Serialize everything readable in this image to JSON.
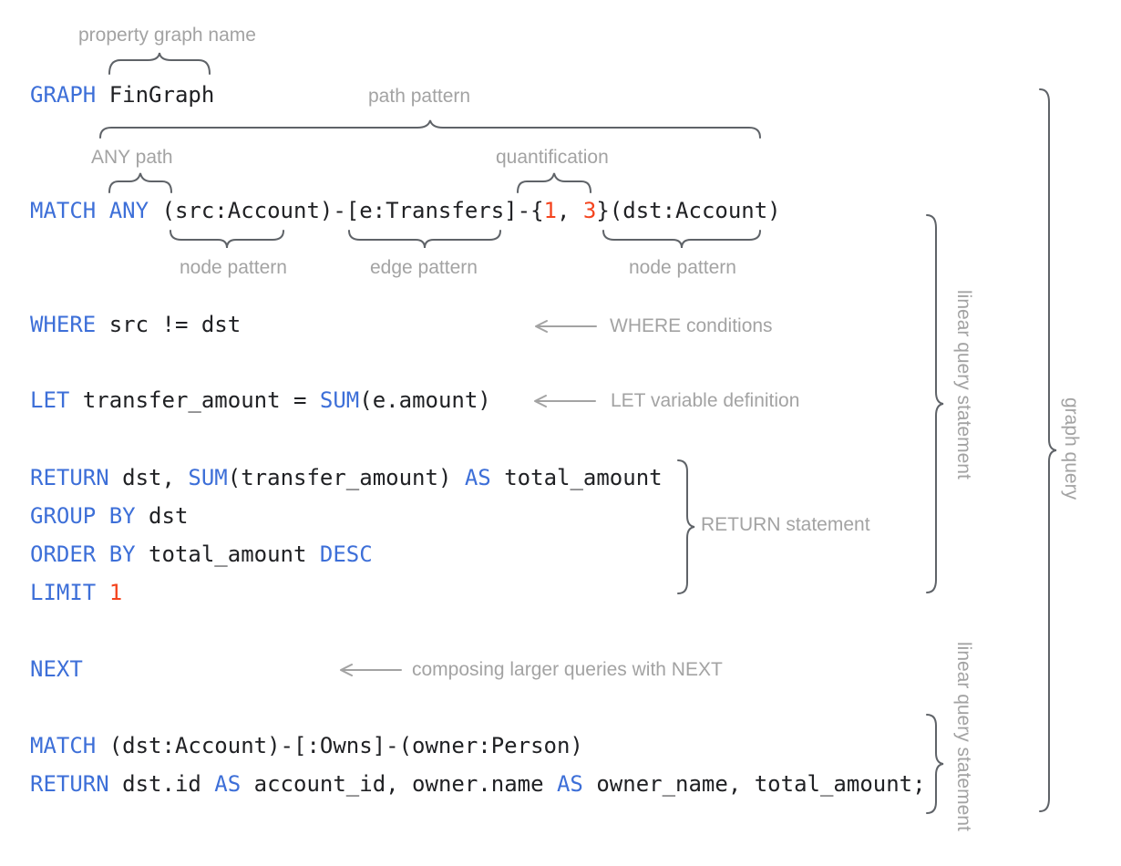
{
  "diagram": {
    "title": "GQL graph query annotated syntax diagram",
    "colors": {
      "keyword_blue": "#3d6fd8",
      "literal_orange": "#f4441e",
      "code_black": "#202124",
      "annotation_gray": "#a3a3a3",
      "brace_gray": "#5f6368",
      "background": "#ffffff"
    }
  },
  "code_lines": [
    {
      "id": "line-graph",
      "tokens": [
        {
          "text": "GRAPH",
          "kind": "kw"
        },
        {
          "text": " FinGraph",
          "kind": "plain"
        }
      ]
    },
    {
      "id": "line-match-any",
      "tokens": [
        {
          "text": "MATCH ANY",
          "kind": "kw"
        },
        {
          "text": " (src:Account)-[e:Transfers]-{",
          "kind": "plain"
        },
        {
          "text": "1",
          "kind": "num"
        },
        {
          "text": ", ",
          "kind": "plain"
        },
        {
          "text": "3",
          "kind": "num"
        },
        {
          "text": "}(dst:Account)",
          "kind": "plain"
        }
      ]
    },
    {
      "id": "line-where",
      "tokens": [
        {
          "text": "WHERE",
          "kind": "kw"
        },
        {
          "text": " src != dst",
          "kind": "plain"
        }
      ]
    },
    {
      "id": "line-let",
      "tokens": [
        {
          "text": "LET",
          "kind": "kw"
        },
        {
          "text": " transfer_amount = ",
          "kind": "plain"
        },
        {
          "text": "SUM",
          "kind": "kw"
        },
        {
          "text": "(e.amount)",
          "kind": "plain"
        }
      ]
    },
    {
      "id": "line-return",
      "tokens": [
        {
          "text": "RETURN",
          "kind": "kw"
        },
        {
          "text": " dst, ",
          "kind": "plain"
        },
        {
          "text": "SUM",
          "kind": "kw"
        },
        {
          "text": "(transfer_amount) ",
          "kind": "plain"
        },
        {
          "text": "AS",
          "kind": "kw"
        },
        {
          "text": " total_amount",
          "kind": "plain"
        }
      ]
    },
    {
      "id": "line-group-by",
      "tokens": [
        {
          "text": "GROUP BY",
          "kind": "kw"
        },
        {
          "text": " dst",
          "kind": "plain"
        }
      ]
    },
    {
      "id": "line-order-by",
      "tokens": [
        {
          "text": "ORDER BY",
          "kind": "kw"
        },
        {
          "text": " total_amount ",
          "kind": "plain"
        },
        {
          "text": "DESC",
          "kind": "kw"
        }
      ]
    },
    {
      "id": "line-limit",
      "tokens": [
        {
          "text": "LIMIT",
          "kind": "kw"
        },
        {
          "text": " ",
          "kind": "plain"
        },
        {
          "text": "1",
          "kind": "num"
        }
      ]
    },
    {
      "id": "line-next",
      "tokens": [
        {
          "text": "NEXT",
          "kind": "kw"
        }
      ]
    },
    {
      "id": "line-match2",
      "tokens": [
        {
          "text": "MATCH",
          "kind": "kw"
        },
        {
          "text": " (dst:Account)-[:Owns]-(owner:Person)",
          "kind": "plain"
        }
      ]
    },
    {
      "id": "line-return2",
      "tokens": [
        {
          "text": "RETURN",
          "kind": "kw"
        },
        {
          "text": " dst.id ",
          "kind": "plain"
        },
        {
          "text": "AS",
          "kind": "kw"
        },
        {
          "text": " account_id, owner.name ",
          "kind": "plain"
        },
        {
          "text": "AS",
          "kind": "kw"
        },
        {
          "text": " owner_name, total_amount;",
          "kind": "plain"
        }
      ]
    }
  ],
  "annotations": {
    "property_graph_name": "property graph name",
    "path_pattern": "path pattern",
    "any_path": "ANY path",
    "quantification": "quantification",
    "node_pattern_left": "node pattern",
    "edge_pattern": "edge pattern",
    "node_pattern_right": "node pattern",
    "where_conditions": "WHERE conditions",
    "let_variable_definition": "LET variable definition",
    "return_statement": "RETURN statement",
    "composing_with_next": "composing larger queries with NEXT",
    "linear_query_statement_1": "linear query statement",
    "linear_query_statement_2": "linear query statement",
    "graph_query": "graph query"
  }
}
